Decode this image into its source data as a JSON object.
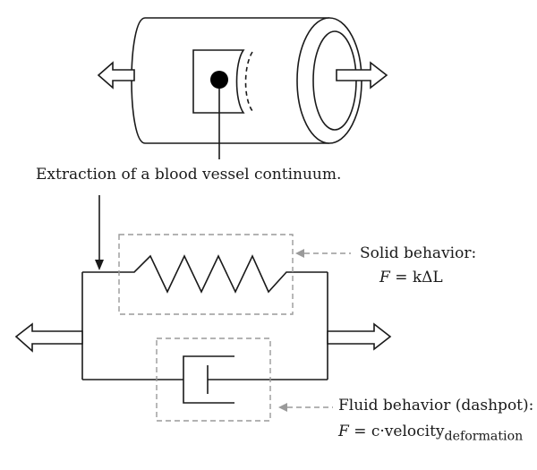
{
  "labels": {
    "extraction": "Extraction of a blood vessel continuum.",
    "solid_title": "Solid behavior:",
    "solid_formula_lhs": "F",
    "solid_formula_rhs": " = kΔL",
    "fluid_title": "Fluid behavior (dashpot):",
    "fluid_formula_lhs": "F",
    "fluid_formula_mid": " = c·velocity",
    "fluid_formula_sub": "deformation"
  },
  "colors": {
    "stroke": "#1a1a1a",
    "dashed_box": "#9a9a9a",
    "fill": "#ffffff",
    "dot": "#000000"
  },
  "icons": {
    "left_arrow_top": "arrow-left-icon",
    "right_arrow_top": "arrow-right-icon",
    "left_arrow_bottom": "arrow-left-icon",
    "right_arrow_bottom": "arrow-right-icon"
  }
}
